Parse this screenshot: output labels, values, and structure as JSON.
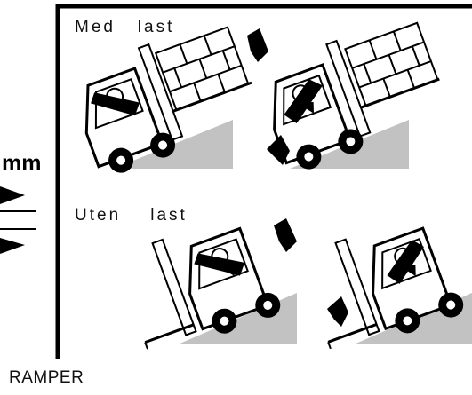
{
  "labels": {
    "with_load": "Med   last",
    "without_load": "Uten    last",
    "unit": "mm",
    "caption": "RAMPER"
  },
  "icons": {
    "arrow_up_right": "arrow-up-right-icon",
    "arrow_down_left": "arrow-down-left-icon"
  },
  "colors": {
    "ink": "#000000",
    "ramp": "#c2c2c2",
    "background": "#ffffff"
  }
}
